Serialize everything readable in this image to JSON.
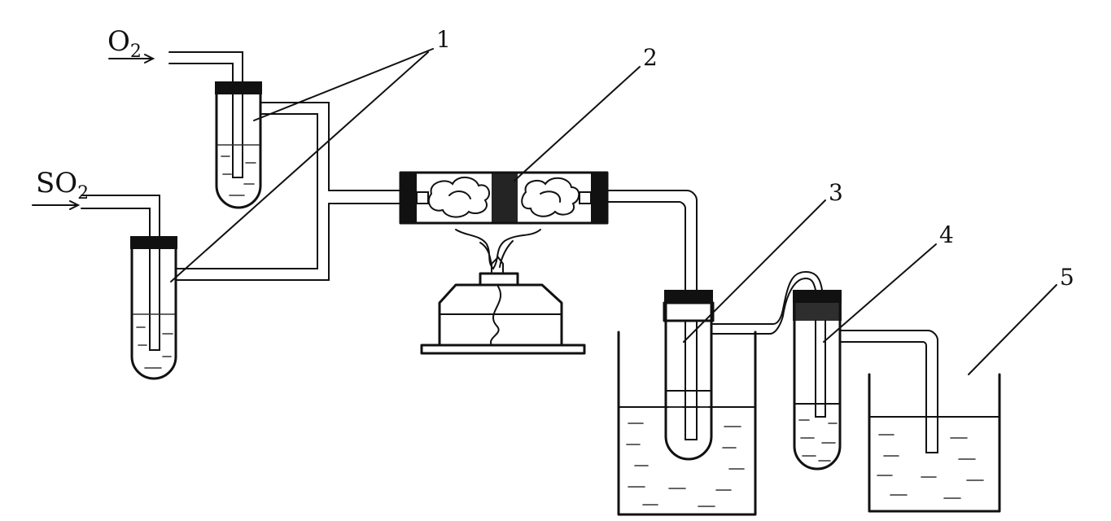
{
  "gas_inputs": {
    "oxygen": {
      "base": "O",
      "subscript": "2"
    },
    "sulfur_dioxide": {
      "base": "SO",
      "subscript": "2"
    }
  },
  "part_labels": [
    "1",
    "2",
    "3",
    "4",
    "5"
  ]
}
